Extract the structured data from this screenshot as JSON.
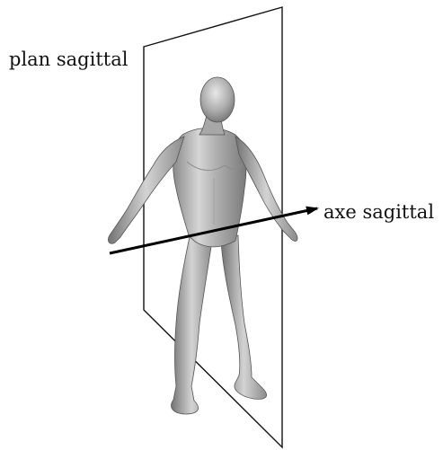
{
  "labels": {
    "plan": "plan sagittal",
    "axe": "axe sagittal"
  },
  "colors": {
    "outline": "#111111",
    "body_light": "#e8e8e8",
    "body_mid": "#b8b8b8",
    "body_dark": "#7c7c7c",
    "axis": "#000000"
  },
  "icons": {
    "figure": "human-body-figure",
    "plane": "sagittal-plane",
    "axis": "sagittal-axis-arrow"
  }
}
